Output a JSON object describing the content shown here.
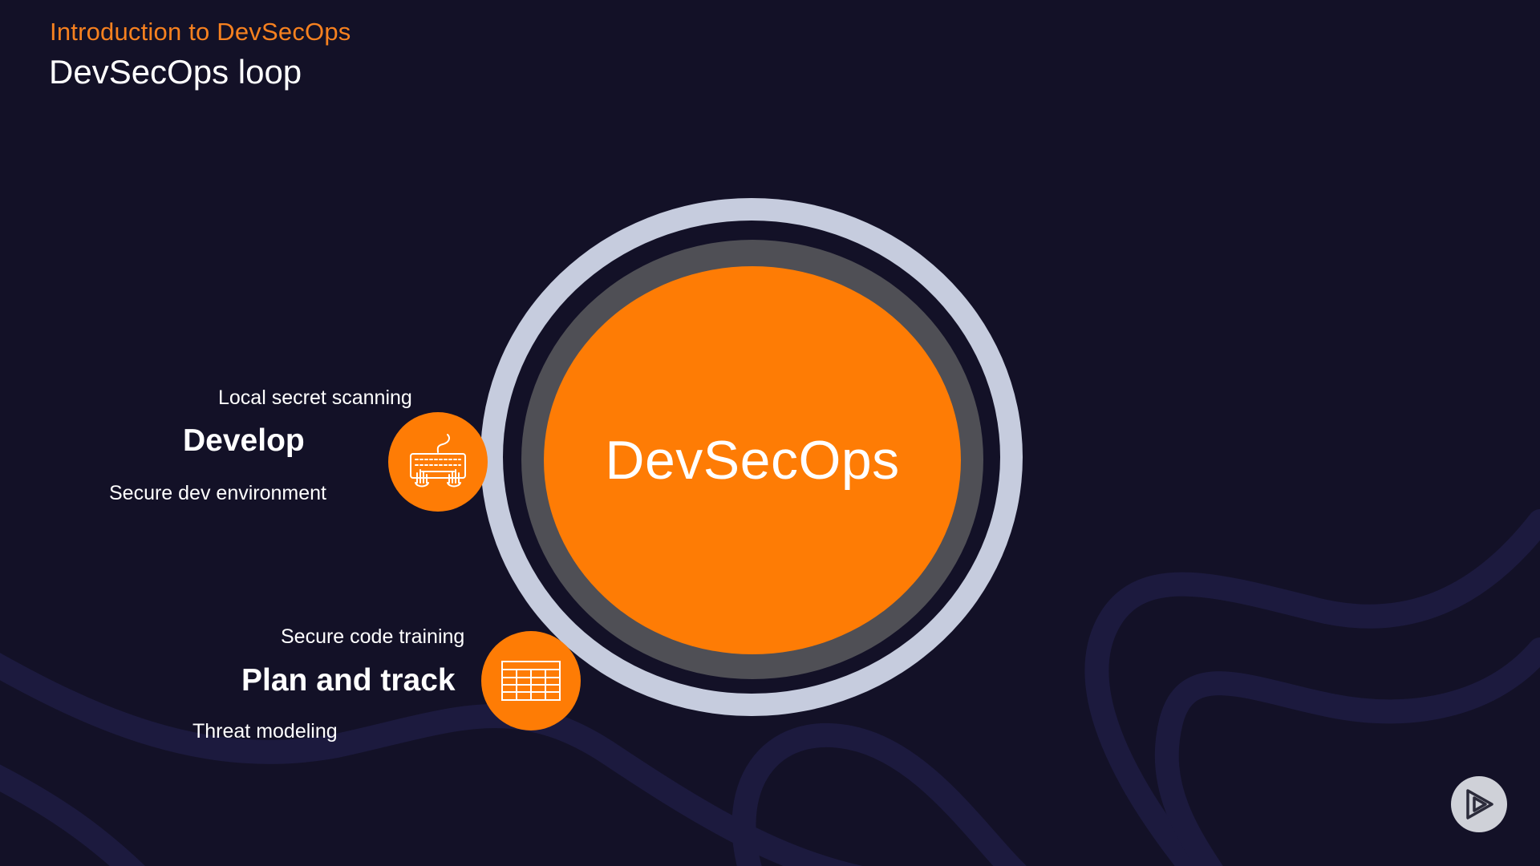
{
  "header": {
    "course_title": "Introduction to DevSecOps",
    "slide_title": "DevSecOps loop"
  },
  "center": {
    "label": "DevSecOps"
  },
  "stages": [
    {
      "title": "Develop",
      "above": "Local secret scanning",
      "below": "Secure dev environment",
      "icon": "keyboard-icon"
    },
    {
      "title": "Plan and track",
      "above": "Secure code training",
      "below": "Threat modeling",
      "icon": "table-icon"
    }
  ],
  "branding": {
    "logo_icon": "play-logo-icon"
  },
  "colors": {
    "background": "#131127",
    "accent": "#fe7c05",
    "ring_light": "#c6ccde",
    "ring_gray": "#4f4f55",
    "text": "#ffffff"
  }
}
